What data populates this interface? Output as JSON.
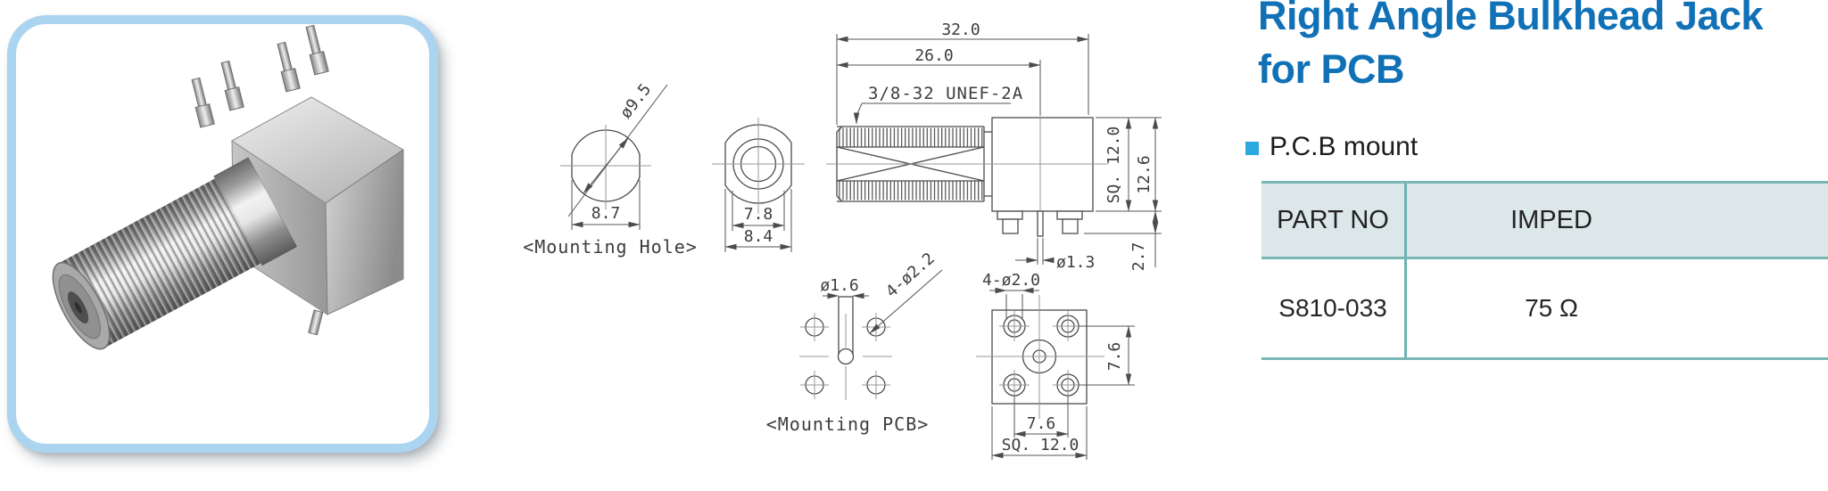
{
  "photo": {
    "description": "Metal right-angle F-type bulkhead jack with threaded barrel, square body and PCB pins"
  },
  "drawings": {
    "mounting_hole": {
      "diameter": "ø9.5",
      "width_across_flats": "8.7",
      "label": "<Mounting Hole>"
    },
    "front_view": {
      "width_inner": "7.8",
      "width_outer": "8.4"
    },
    "side_view": {
      "overall_length": "32.0",
      "thread_length": "26.0",
      "thread_spec": "3/8-32 UNEF-2A",
      "body_square": "SQ. 12.0",
      "overall_height": "12.6",
      "center_pin_dia": "ø1.3",
      "pin_protrusion": "2.7"
    },
    "mounting_pcb": {
      "slot_width": "ø1.6",
      "corner_holes": "4-ø2.2",
      "label": "<Mounting PCB>"
    },
    "bottom_view": {
      "corner_holes": "4-ø2.0",
      "hole_pitch_vertical": "7.6",
      "hole_pitch_horizontal": "7.6",
      "body_square": "SQ. 12.0"
    }
  },
  "panel": {
    "title_line1": "Right Angle Bulkhead Jack",
    "title_line2": "for PCB",
    "feature": "P.C.B mount",
    "table": {
      "headers": [
        "PART NO",
        "IMPED"
      ],
      "rows": [
        [
          "S810-033",
          "75 Ω"
        ]
      ]
    }
  },
  "colors": {
    "title_blue": "#1071b7",
    "bullet_blue": "#2aa9de",
    "table_border": "#79b7b4",
    "table_header_bg": "#dce7e9",
    "photo_border": "#abd4f0",
    "cad_line": "#4c4c4c"
  }
}
